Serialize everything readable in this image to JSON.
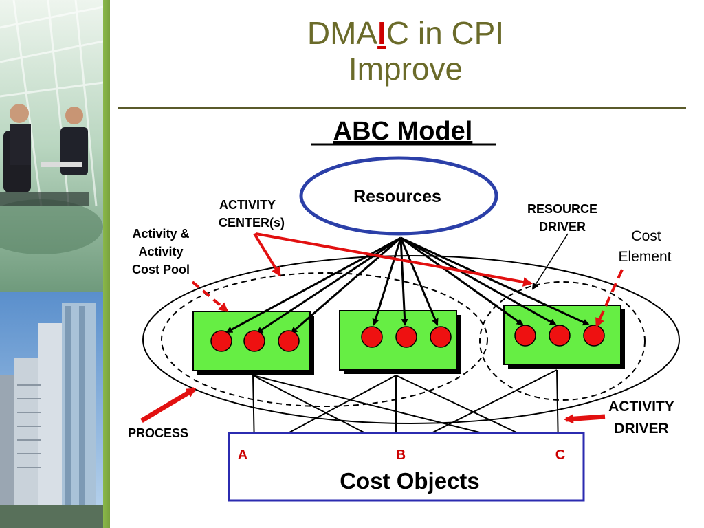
{
  "slide": {
    "title_prefix": "DMA",
    "title_highlight": "I",
    "title_suffix": "C in CPI",
    "subtitle": "Improve"
  },
  "diagram": {
    "heading": "ABC Model",
    "resources": "Resources",
    "activity_center": [
      "ACTIVITY",
      "CENTER(s)"
    ],
    "activity_pool": [
      "Activity &",
      "Activity",
      "Cost Pool"
    ],
    "resource_driver": [
      "RESOURCE",
      "DRIVER"
    ],
    "cost_element": [
      "Cost",
      "Element"
    ],
    "activity_driver": [
      "ACTIVITY",
      "DRIVER"
    ],
    "process": "PROCESS",
    "cost_objects": "Cost Objects",
    "object_labels": [
      "A",
      "B",
      "C"
    ]
  },
  "colors": {
    "title": "#6b6b2a",
    "highlight": "#cc0000",
    "rule": "#5a5a2a",
    "ellipse_stroke": "#2b3fa8",
    "box_fill": "#66ee44",
    "box_shadow": "#000000",
    "circle_fill": "#ee1111",
    "red_arrow": "#e21010",
    "cost_objects_stroke": "#2b2bb0"
  },
  "images": {
    "photo_top": "business-meeting-photo",
    "photo_bottom": "city-skyscrapers-photo"
  }
}
